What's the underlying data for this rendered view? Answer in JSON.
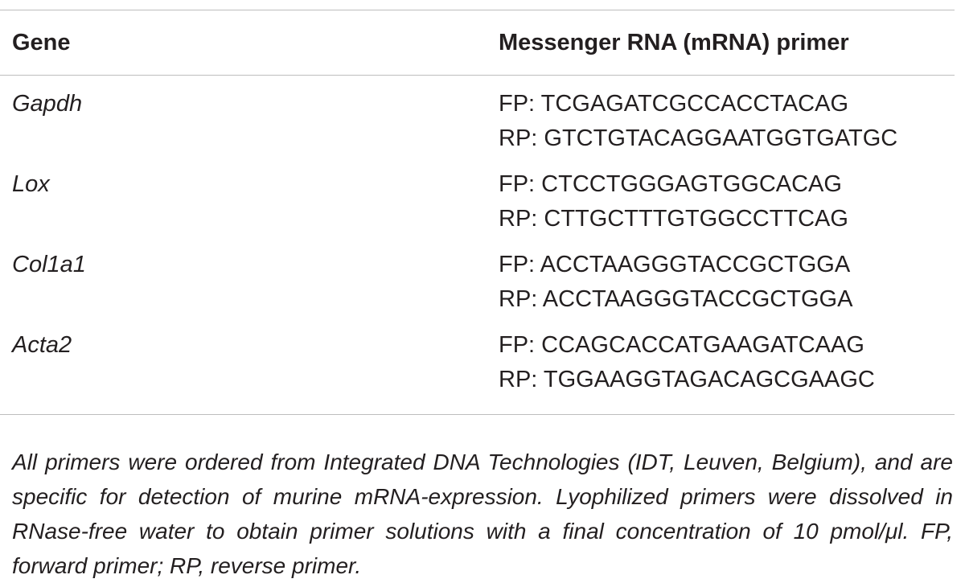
{
  "table": {
    "headers": {
      "gene": "Gene",
      "primer": "Messenger RNA (mRNA) primer"
    },
    "rows": [
      {
        "gene": "Gapdh",
        "fp": "FP: TCGAGATCGCCACCTACAG",
        "rp": "RP: GTCTGTACAGGAATGGTGATGC"
      },
      {
        "gene": "Lox",
        "fp": "FP: CTCCTGGGAGTGGCACAG",
        "rp": "RP: CTTGCTTTGTGGCCTTCAG"
      },
      {
        "gene": "Col1a1",
        "fp": "FP: ACCTAAGGGTACCGCTGGA",
        "rp": "RP: ACCTAAGGGTACCGCTGGA"
      },
      {
        "gene": "Acta2",
        "fp": "FP: CCAGCACCATGAAGATCAAG",
        "rp": "RP: TGGAAGGTAGACAGCGAAGC"
      }
    ]
  },
  "footnote": "All primers were ordered from Integrated DNA Technologies (IDT, Leuven, Belgium), and are specific for detection of murine mRNA-expression. Lyophilized primers were dissolved in RNase-free water to obtain primer solutions with a final concentration of 10 pmol/μl. FP, forward primer; RP, reverse primer."
}
